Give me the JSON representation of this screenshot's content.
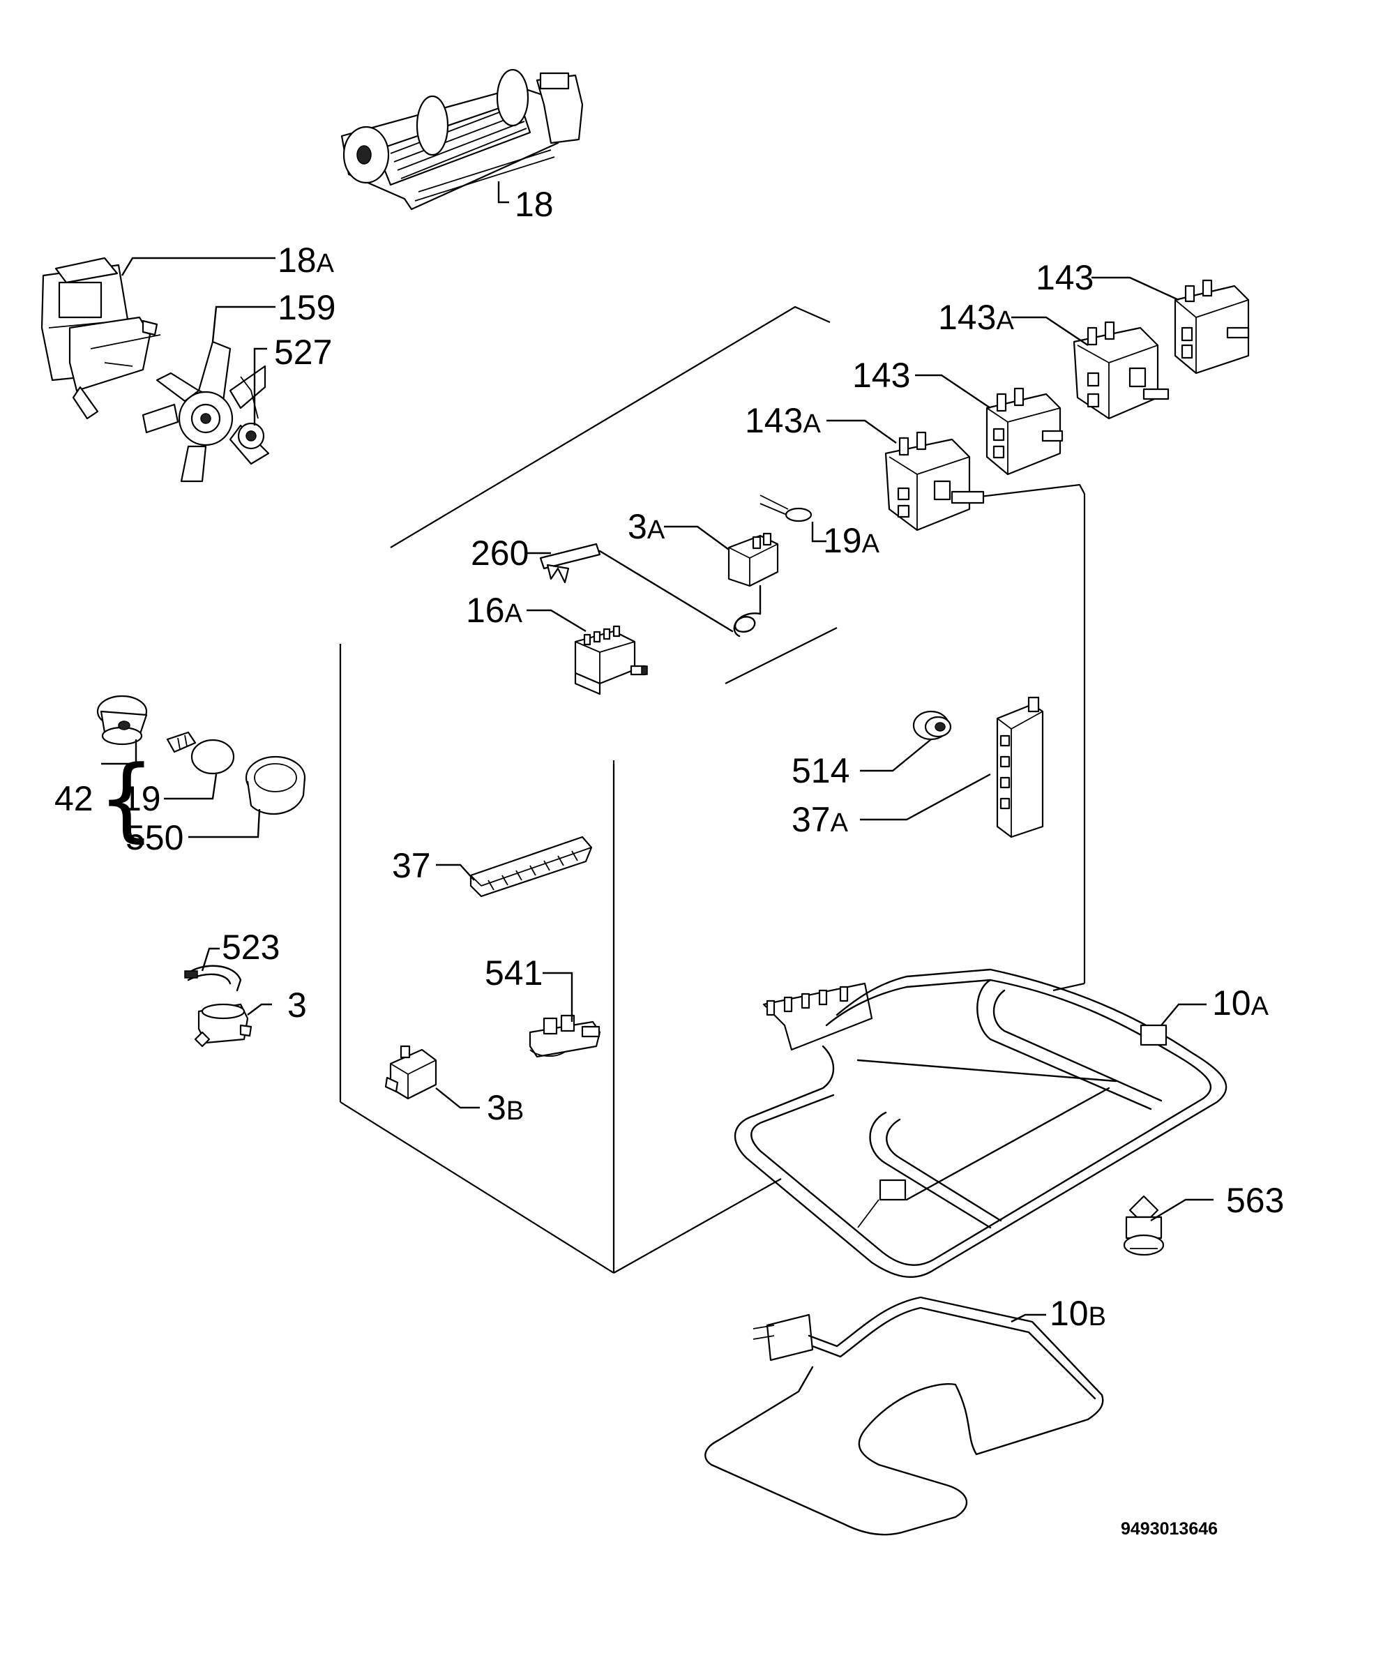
{
  "callouts": [
    {
      "number": "18",
      "suffix": ""
    },
    {
      "number": "18",
      "suffix": "A"
    },
    {
      "number": "159",
      "suffix": ""
    },
    {
      "number": "527",
      "suffix": ""
    },
    {
      "number": "143",
      "suffix": ""
    },
    {
      "number": "143",
      "suffix": "A"
    },
    {
      "number": "143",
      "suffix": ""
    },
    {
      "number": "143",
      "suffix": "A"
    },
    {
      "number": "3",
      "suffix": "A"
    },
    {
      "number": "19",
      "suffix": "A"
    },
    {
      "number": "260",
      "suffix": ""
    },
    {
      "number": "16",
      "suffix": "A"
    },
    {
      "number": "42",
      "suffix": ""
    },
    {
      "number": "19",
      "suffix": ""
    },
    {
      "number": "550",
      "suffix": ""
    },
    {
      "number": "514",
      "suffix": ""
    },
    {
      "number": "37",
      "suffix": "A"
    },
    {
      "number": "37",
      "suffix": ""
    },
    {
      "number": "523",
      "suffix": ""
    },
    {
      "number": "3",
      "suffix": ""
    },
    {
      "number": "541",
      "suffix": ""
    },
    {
      "number": "10",
      "suffix": "A"
    },
    {
      "number": "3",
      "suffix": "B"
    },
    {
      "number": "563",
      "suffix": ""
    },
    {
      "number": "10",
      "suffix": "B"
    }
  ],
  "diagram_code": "9493013646",
  "brace_glyph": "{"
}
